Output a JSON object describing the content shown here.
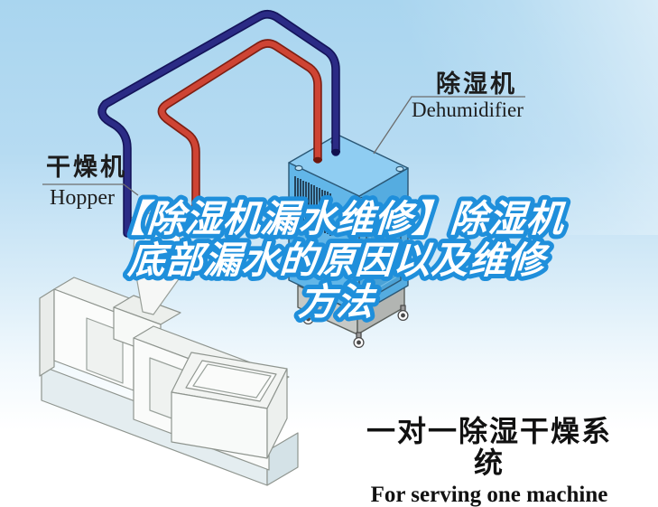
{
  "title": {
    "line1": "【除湿机漏水维修】除湿机",
    "line2": "底部漏水的原因以及维修",
    "line3": "方法"
  },
  "equipment_labels": {
    "hopper": {
      "zh": "干燥机",
      "en": "Hopper"
    },
    "dehumidifier": {
      "zh": "除湿机",
      "en": "Dehumidifier"
    }
  },
  "caption": {
    "zh": "一对一除湿干燥系统",
    "en": "For serving one machine"
  },
  "colors": {
    "sky": "#a9d5ef",
    "title_outline": "#1f8fdb",
    "title_fill": "#ffffff",
    "supply_pipe": "#2b2b85",
    "return_pipe": "#ce4434",
    "dehumidifier_body": "#62b6e8",
    "dehumidifier_top": "#8fcdf2",
    "dehumidifier_side": "#55ace0",
    "label_text": "#1d1d1d"
  }
}
